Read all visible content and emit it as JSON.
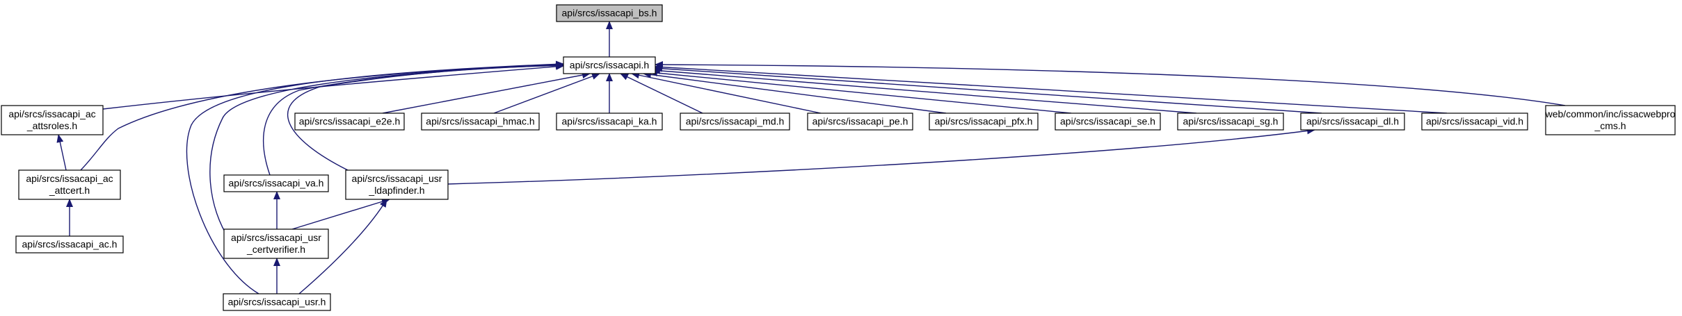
{
  "diagram": {
    "nodes": [
      {
        "id": "bs",
        "lines": [
          "api/srcs/issacapi_bs.h"
        ]
      },
      {
        "id": "main",
        "lines": [
          "api/srcs/issacapi.h"
        ]
      },
      {
        "id": "attsroles",
        "lines": [
          "api/srcs/issacapi_ac",
          "_attsroles.h"
        ]
      },
      {
        "id": "attcert",
        "lines": [
          "api/srcs/issacapi_ac",
          "_attcert.h"
        ]
      },
      {
        "id": "ac",
        "lines": [
          "api/srcs/issacapi_ac.h"
        ]
      },
      {
        "id": "e2e",
        "lines": [
          "api/srcs/issacapi_e2e.h"
        ]
      },
      {
        "id": "hmac",
        "lines": [
          "api/srcs/issacapi_hmac.h"
        ]
      },
      {
        "id": "ka",
        "lines": [
          "api/srcs/issacapi_ka.h"
        ]
      },
      {
        "id": "md",
        "lines": [
          "api/srcs/issacapi_md.h"
        ]
      },
      {
        "id": "pe",
        "lines": [
          "api/srcs/issacapi_pe.h"
        ]
      },
      {
        "id": "pfx",
        "lines": [
          "api/srcs/issacapi_pfx.h"
        ]
      },
      {
        "id": "se",
        "lines": [
          "api/srcs/issacapi_se.h"
        ]
      },
      {
        "id": "sg",
        "lines": [
          "api/srcs/issacapi_sg.h"
        ]
      },
      {
        "id": "dl",
        "lines": [
          "api/srcs/issacapi_dl.h"
        ]
      },
      {
        "id": "vid",
        "lines": [
          "api/srcs/issacapi_vid.h"
        ]
      },
      {
        "id": "cms",
        "lines": [
          "web/common/inc/issacwebpro",
          "_cms.h"
        ]
      },
      {
        "id": "va",
        "lines": [
          "api/srcs/issacapi_va.h"
        ]
      },
      {
        "id": "ldap",
        "lines": [
          "api/srcs/issacapi_usr",
          "_ldapfinder.h"
        ]
      },
      {
        "id": "certv",
        "lines": [
          "api/srcs/issacapi_usr",
          "_certverifier.h"
        ]
      },
      {
        "id": "usr",
        "lines": [
          "api/srcs/issacapi_usr.h"
        ]
      }
    ],
    "edges": [
      {
        "from": "main",
        "to": "bs"
      },
      {
        "from": "attsroles",
        "to": "main"
      },
      {
        "from": "attcert",
        "to": "main"
      },
      {
        "from": "attcert",
        "to": "attsroles"
      },
      {
        "from": "ac",
        "to": "attcert"
      },
      {
        "from": "e2e",
        "to": "main"
      },
      {
        "from": "hmac",
        "to": "main"
      },
      {
        "from": "ka",
        "to": "main"
      },
      {
        "from": "md",
        "to": "main"
      },
      {
        "from": "pe",
        "to": "main"
      },
      {
        "from": "pfx",
        "to": "main"
      },
      {
        "from": "se",
        "to": "main"
      },
      {
        "from": "sg",
        "to": "main"
      },
      {
        "from": "dl",
        "to": "main"
      },
      {
        "from": "vid",
        "to": "main"
      },
      {
        "from": "cms",
        "to": "main"
      },
      {
        "from": "va",
        "to": "main"
      },
      {
        "from": "ldap",
        "to": "main"
      },
      {
        "from": "ldap",
        "to": "dl"
      },
      {
        "from": "certv",
        "to": "main"
      },
      {
        "from": "certv",
        "to": "va"
      },
      {
        "from": "certv",
        "to": "ldap"
      },
      {
        "from": "usr",
        "to": "main"
      },
      {
        "from": "usr",
        "to": "certv"
      },
      {
        "from": "usr",
        "to": "ldap"
      }
    ]
  }
}
